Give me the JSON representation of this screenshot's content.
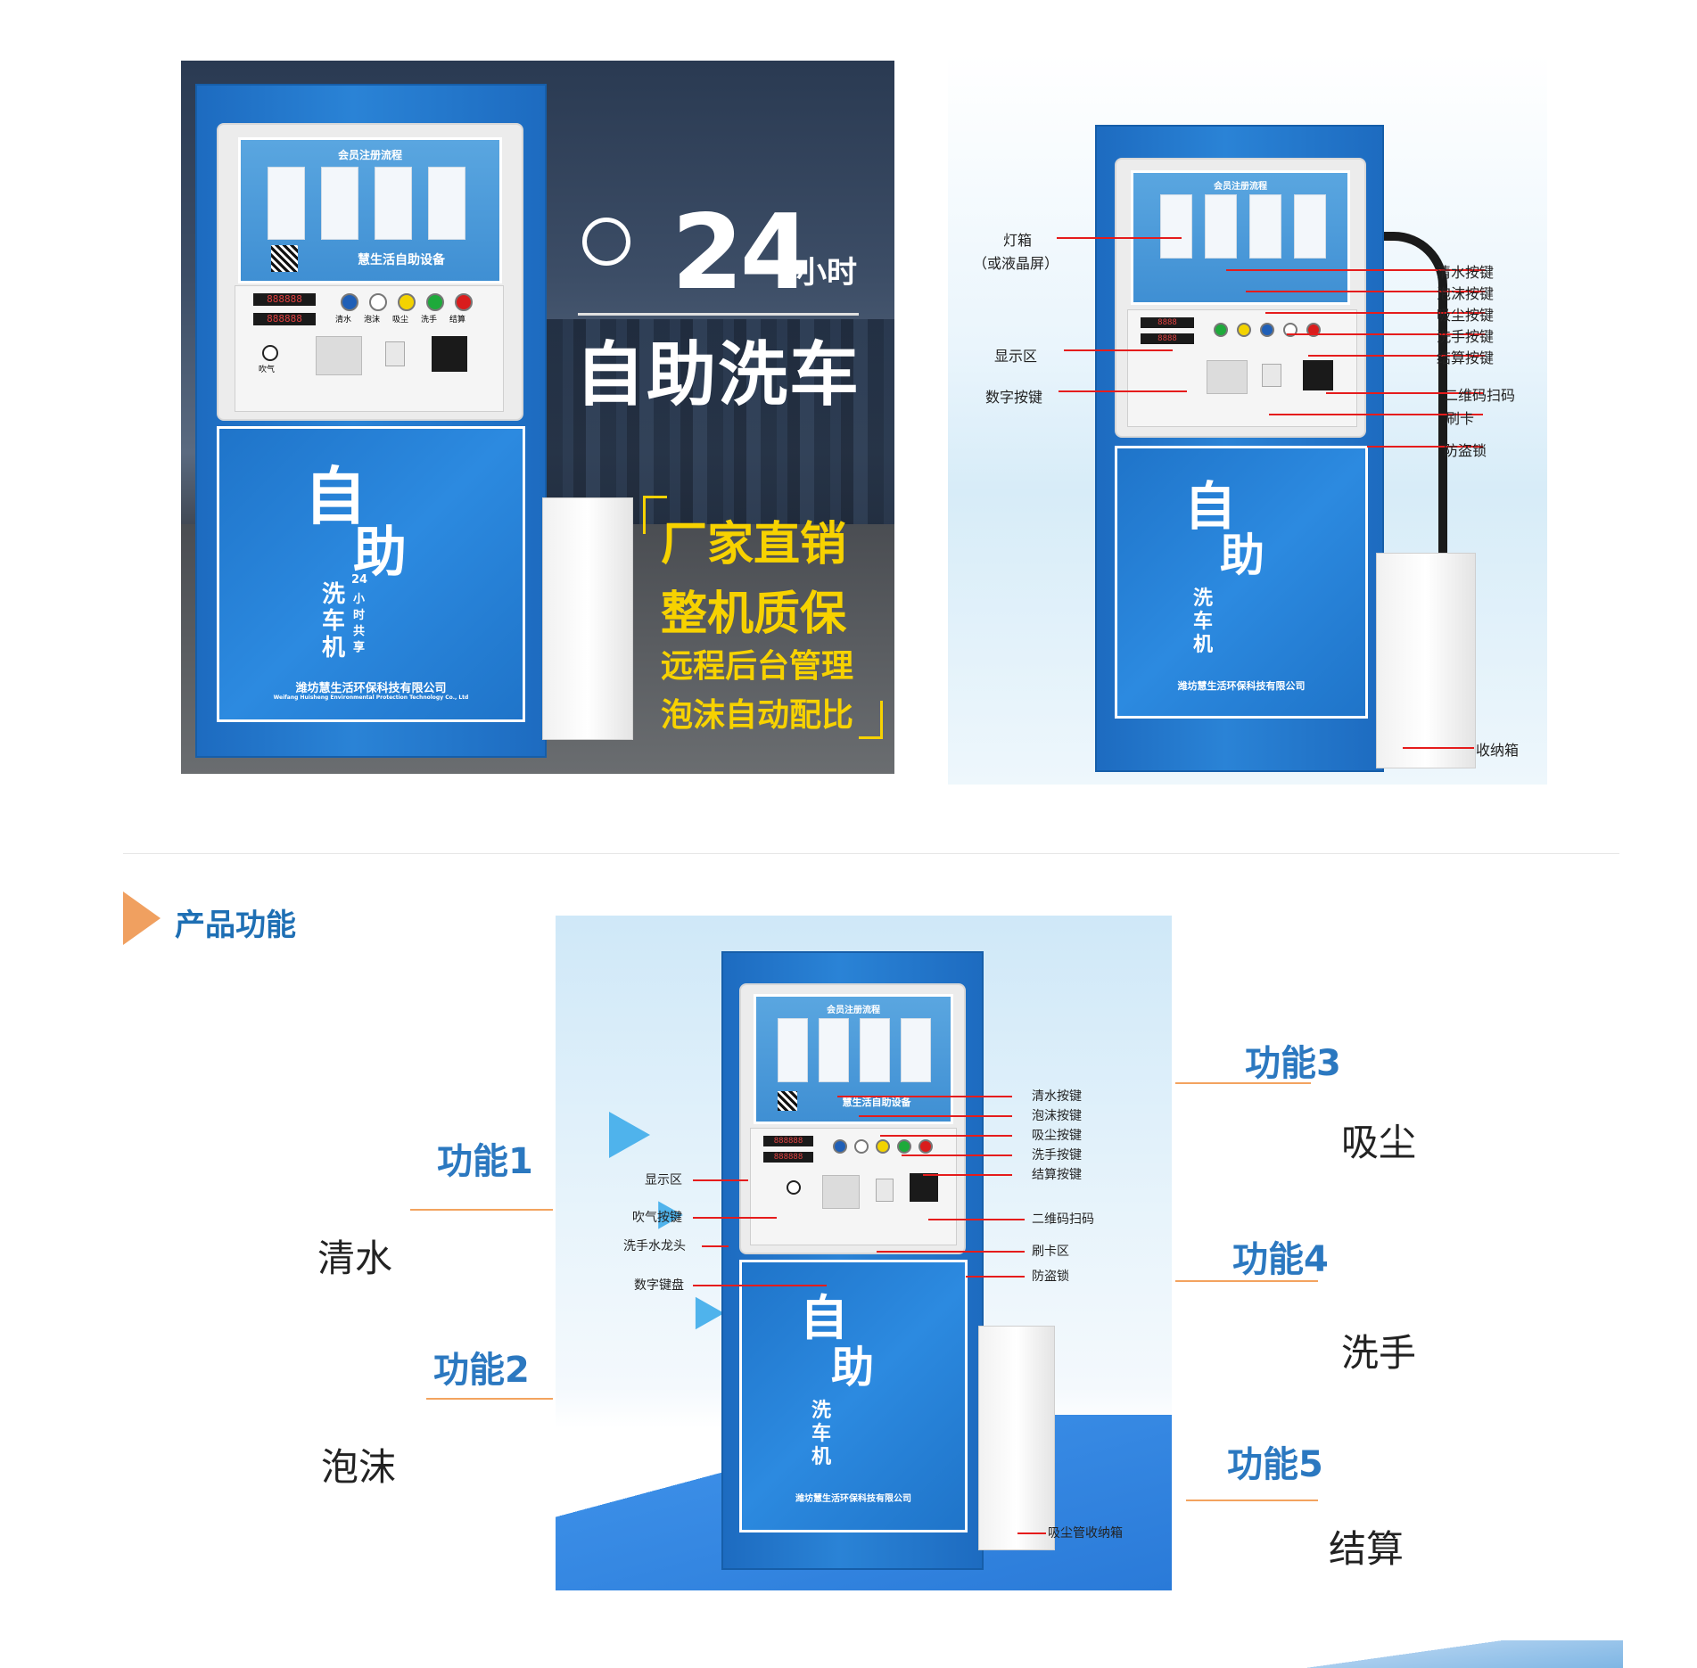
{
  "panel1": {
    "h24": "24",
    "xiaoshi": "小时",
    "title": "自助洗车",
    "bullets": [
      "厂家直销",
      "整机质保",
      "远程后台管理",
      "泡沫自动配比"
    ],
    "machine": {
      "screen_title": "会员注册流程",
      "screen_brand": "慧生活自助设备",
      "buttons": [
        "清水",
        "泡沫",
        "吸尘",
        "洗手",
        "结算"
      ],
      "blow": "吹气",
      "zi": "自",
      "zhu": "助",
      "xi": "洗",
      "che": "车",
      "ji": "机",
      "v24": "24",
      "xiao": "小",
      "shi": "时",
      "gong": "共",
      "xiang": "享",
      "company_cn": "潍坊慧生活环保科技有限公司",
      "company_en": "Weifang Huisheng Environmental Protection Technology Co., Ltd"
    }
  },
  "panel2": {
    "left_labels": [
      "灯箱",
      "（或液晶屏）",
      "显示区",
      "数字按键"
    ],
    "right_labels": [
      "清水按键",
      "泡沫按键",
      "吸尘按键",
      "洗手按键",
      "结算按键",
      "二维码扫码",
      "刷卡",
      "防盗锁"
    ],
    "bottom_label": "收纳箱"
  },
  "section": {
    "title": "产品功能"
  },
  "panel3": {
    "left_labels": [
      "显示区",
      "吹气按键",
      "洗手水龙头",
      "数字键盘"
    ],
    "right_labels": [
      "清水按键",
      "泡沫按键",
      "吸尘按键",
      "洗手按键",
      "结算按键",
      "二维码扫码",
      "刷卡区",
      "防盗锁"
    ],
    "bottom_label": "吸尘管收纳箱"
  },
  "functions": [
    {
      "label": "功能1",
      "text": "清水"
    },
    {
      "label": "功能2",
      "text": "泡沫"
    },
    {
      "label": "功能3",
      "text": "吸尘"
    },
    {
      "label": "功能4",
      "text": "洗手"
    },
    {
      "label": "功能5",
      "text": "结算"
    }
  ],
  "colors": {
    "cabinet_blue": "#2a83d6",
    "accent_orange": "#f3a35f",
    "heading_blue": "#2b78c0",
    "callout_red": "#e51c1c",
    "promo_yellow": "#f7d200"
  }
}
